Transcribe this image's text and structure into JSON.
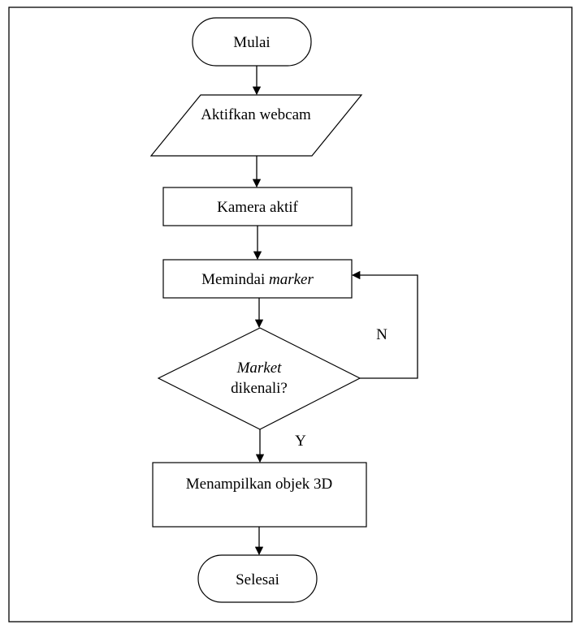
{
  "diagram": {
    "start": {
      "label": "Mulai"
    },
    "input": {
      "label": "Aktifkan webcam"
    },
    "camera": {
      "label": "Kamera aktif"
    },
    "scan": {
      "label": "Memindai ",
      "label_em": "marker"
    },
    "decision": {
      "line1": "Market",
      "line2": "dikenali?"
    },
    "display": {
      "label": "Menampilkan objek 3D"
    },
    "end": {
      "label": "Selesai"
    },
    "edge_yes": "Y",
    "edge_no": "N"
  },
  "colors": {
    "stroke": "#000000",
    "fill": "#ffffff"
  }
}
